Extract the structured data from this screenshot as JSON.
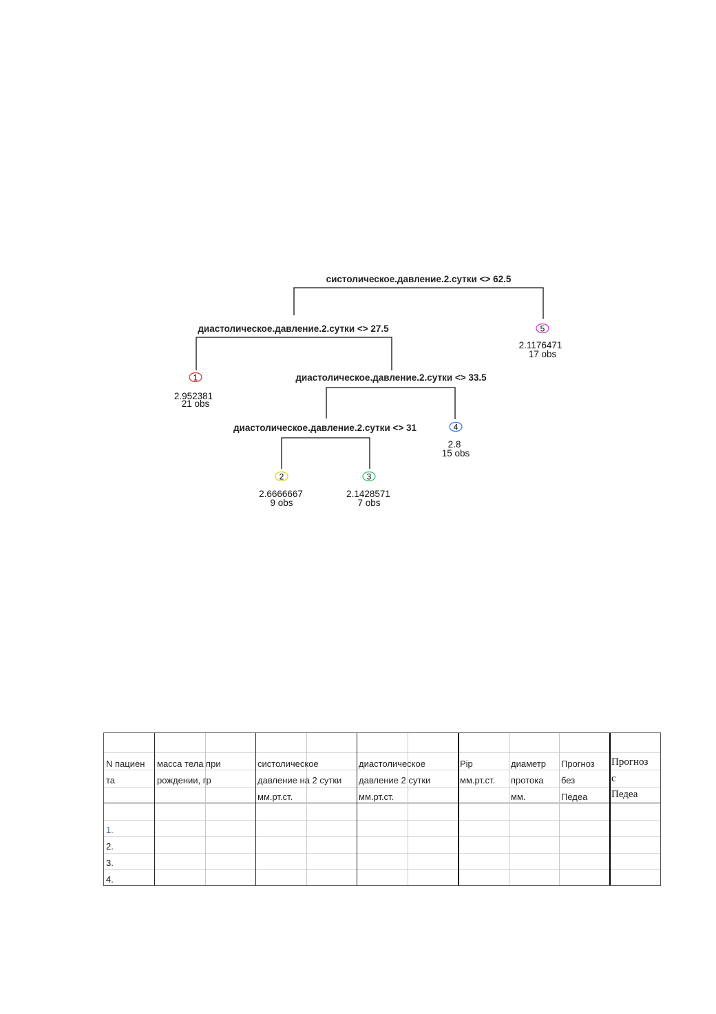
{
  "tree": {
    "splits": [
      {
        "id": "s1",
        "label": "систолическое.давление.2.сутки <> 62.5"
      },
      {
        "id": "s2",
        "label": "диастолическое.давление.2.сутки <> 27.5"
      },
      {
        "id": "s3",
        "label": "диастолическое.давление.2.сутки <> 33.5"
      },
      {
        "id": "s4",
        "label": "диастолическое.давление.2.сутки <> 31"
      }
    ],
    "leaves": [
      {
        "id": "1",
        "value": "2.952381",
        "obs": "21 obs",
        "color": "#e02828"
      },
      {
        "id": "2",
        "value": "2.6666667",
        "obs": "9 obs",
        "color": "#d8d800"
      },
      {
        "id": "3",
        "value": "2.1428571",
        "obs": "7 obs",
        "color": "#20c060"
      },
      {
        "id": "4",
        "value": "2.8",
        "obs": "15 obs",
        "color": "#3070e0"
      },
      {
        "id": "5",
        "value": "2.1176471",
        "obs": "17 obs",
        "color": "#d030d0"
      }
    ]
  },
  "table": {
    "headers": {
      "patient": [
        "N пациен",
        "та"
      ],
      "mass": [
        "масса тела при",
        "рождении, гр"
      ],
      "systolic": [
        "систолическое",
        "давление на 2 сутки",
        "мм.рт.ст."
      ],
      "diastolic": [
        "диастолическое",
        "давление 2 сутки",
        "мм.рт.ст."
      ],
      "pip": [
        "Pip",
        "мм.рт.ст."
      ],
      "diameter": [
        "диаметр",
        "протока",
        "мм."
      ],
      "prog_without": [
        "Прогноз",
        "без",
        "Педеа"
      ],
      "prog_with": [
        "Прогноз",
        "с",
        "Педеа"
      ]
    },
    "rows": [
      "1.",
      "2.",
      "3.",
      "4."
    ]
  }
}
